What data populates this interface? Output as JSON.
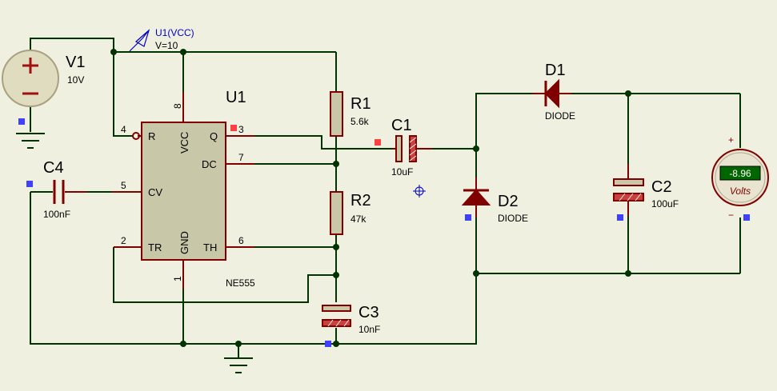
{
  "components": {
    "v1": {
      "ref": "V1",
      "value": "10V"
    },
    "u1": {
      "ref": "U1",
      "part": "NE555",
      "pins": {
        "r": "R",
        "q": "Q",
        "dc": "DC",
        "cv": "CV",
        "tr": "TR",
        "th": "TH",
        "vcc": "VCC",
        "gnd": "GND"
      },
      "pin_numbers": {
        "p1": "1",
        "p2": "2",
        "p3": "3",
        "p4": "4",
        "p5": "5",
        "p6": "6",
        "p7": "7",
        "p8": "8"
      }
    },
    "r1": {
      "ref": "R1",
      "value": "5.6k"
    },
    "r2": {
      "ref": "R2",
      "value": "47k"
    },
    "c1": {
      "ref": "C1",
      "value": "10uF"
    },
    "c2": {
      "ref": "C2",
      "value": "100uF"
    },
    "c3": {
      "ref": "C3",
      "value": "10nF"
    },
    "c4": {
      "ref": "C4",
      "value": "100nF"
    },
    "d1": {
      "ref": "D1",
      "type": "DIODE"
    },
    "d2": {
      "ref": "D2",
      "type": "DIODE"
    }
  },
  "probe": {
    "name": "U1(VCC)",
    "value": "V=10"
  },
  "voltmeter": {
    "reading": "-8.96",
    "unit": "Volts",
    "plus": "+",
    "minus": "−"
  },
  "colors": {
    "wire": "#003300",
    "component": "#800000",
    "ic_fill": "#c8c8a8",
    "background": "#f0f0e0",
    "meter_display": "#006600",
    "probe": "#0000c0"
  }
}
